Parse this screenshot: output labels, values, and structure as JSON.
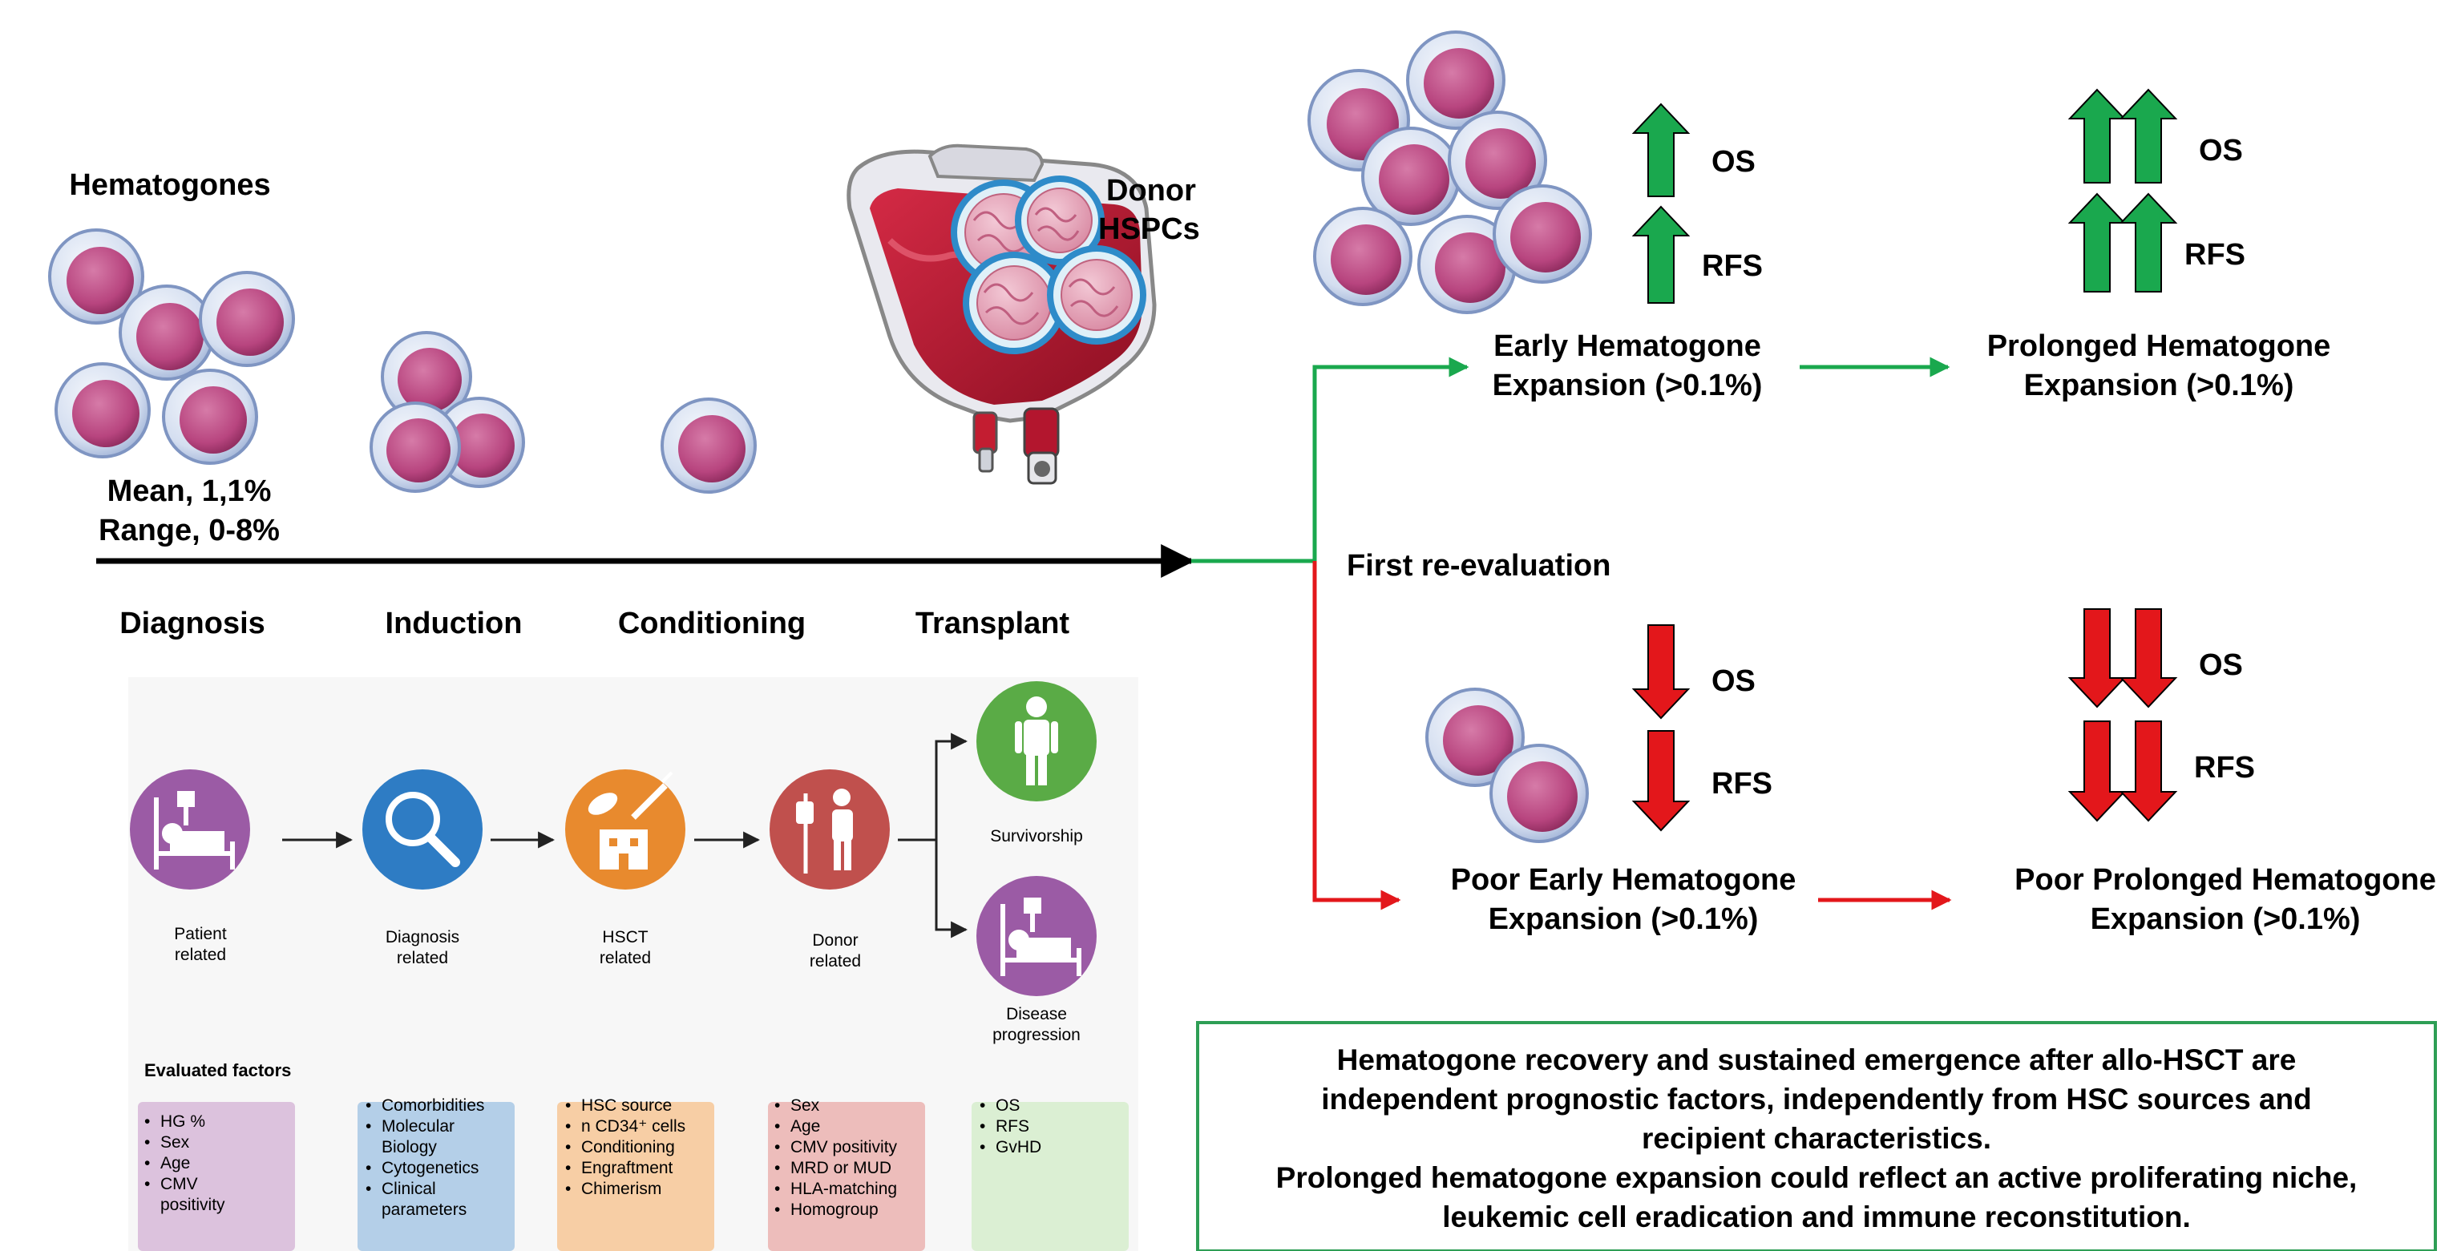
{
  "timeline": {
    "hematogones_label": "Hematogones",
    "mean_label": "Mean, 1,1%",
    "range_label": "Range, 0-8%",
    "donor_label_line1": "Donor",
    "donor_label_line2": "HSPCs",
    "stages": [
      "Diagnosis",
      "Induction",
      "Conditioning",
      "Transplant"
    ]
  },
  "reevaluation": {
    "label": "First re-evaluation"
  },
  "outcomes": {
    "os": "OS",
    "rfs": "RFS",
    "early_line1": "Early Hematogone",
    "early_line2": "Expansion (>0.1%)",
    "prolonged_line1": "Prolonged Hematogone",
    "prolonged_line2": "Expansion (>0.1%)",
    "poor_early_line1": "Poor Early Hematogone",
    "poor_early_line2": "Expansion (>0.1%)",
    "poor_prolonged_line1": "Poor Prolonged Hematogone",
    "poor_prolonged_line2": "Expansion (>0.1%)"
  },
  "conclusion": {
    "lines": [
      "Hematogone recovery and sustained emergence after allo-HSCT are",
      "independent prognostic factors, independently from HSC sources and",
      "recipient characteristics.",
      "Prolonged hematogone expansion could reflect an active proliferating niche,",
      "leukemic cell eradication and immune reconstitution."
    ]
  },
  "factors_panel": {
    "title": "Evaluated factors",
    "nodes": [
      {
        "label_line1": "Patient",
        "label_line2": "related",
        "icon": "patient-bed-icon",
        "color": "#9b5ba5"
      },
      {
        "label_line1": "Diagnosis",
        "label_line2": "related",
        "icon": "magnifier-icon",
        "color": "#2e7cc4"
      },
      {
        "label_line1": "HSCT",
        "label_line2": "related",
        "icon": "hospital-pills-icon",
        "color": "#e88a2e"
      },
      {
        "label_line1": "Donor",
        "label_line2": "related",
        "icon": "donor-iv-icon",
        "color": "#c0504d"
      }
    ],
    "survivorship": {
      "label": "Survivorship",
      "icon": "person-icon",
      "color": "#5aab46"
    },
    "progression": {
      "label_line1": "Disease",
      "label_line2": "progression",
      "icon": "patient-bed-icon",
      "color": "#9b5ba5"
    },
    "boxes": [
      {
        "color": "#dcc2dd",
        "items": [
          "HG %",
          "Sex",
          "Age",
          "CMV",
          "positivity"
        ]
      },
      {
        "color": "#b4cfe8",
        "items": [
          "Comorbidities",
          "Molecular",
          "Biology",
          "Cytogenetics",
          "Clinical",
          "parameters"
        ]
      },
      {
        "color": "#f7cea5",
        "items": [
          "HSC source",
          "n CD34⁺ cells",
          "Conditioning",
          "Engraftment",
          "Chimerism"
        ]
      },
      {
        "color": "#edbdbb",
        "items": [
          "Sex",
          "Age",
          "CMV positivity",
          "MRD or MUD",
          "HLA-matching",
          "Homogroup"
        ]
      },
      {
        "color": "#dbefd3",
        "items": [
          "OS",
          "RFS",
          "GvHD"
        ]
      }
    ]
  },
  "colors": {
    "good": "#1aa84e",
    "bad": "#e3171b",
    "timeline": "#000000",
    "conclusion_border": "#2e9e55",
    "cell_outer": "#d6dff0",
    "cell_nucleus": "#b8457f",
    "bag": "#b3162e"
  }
}
